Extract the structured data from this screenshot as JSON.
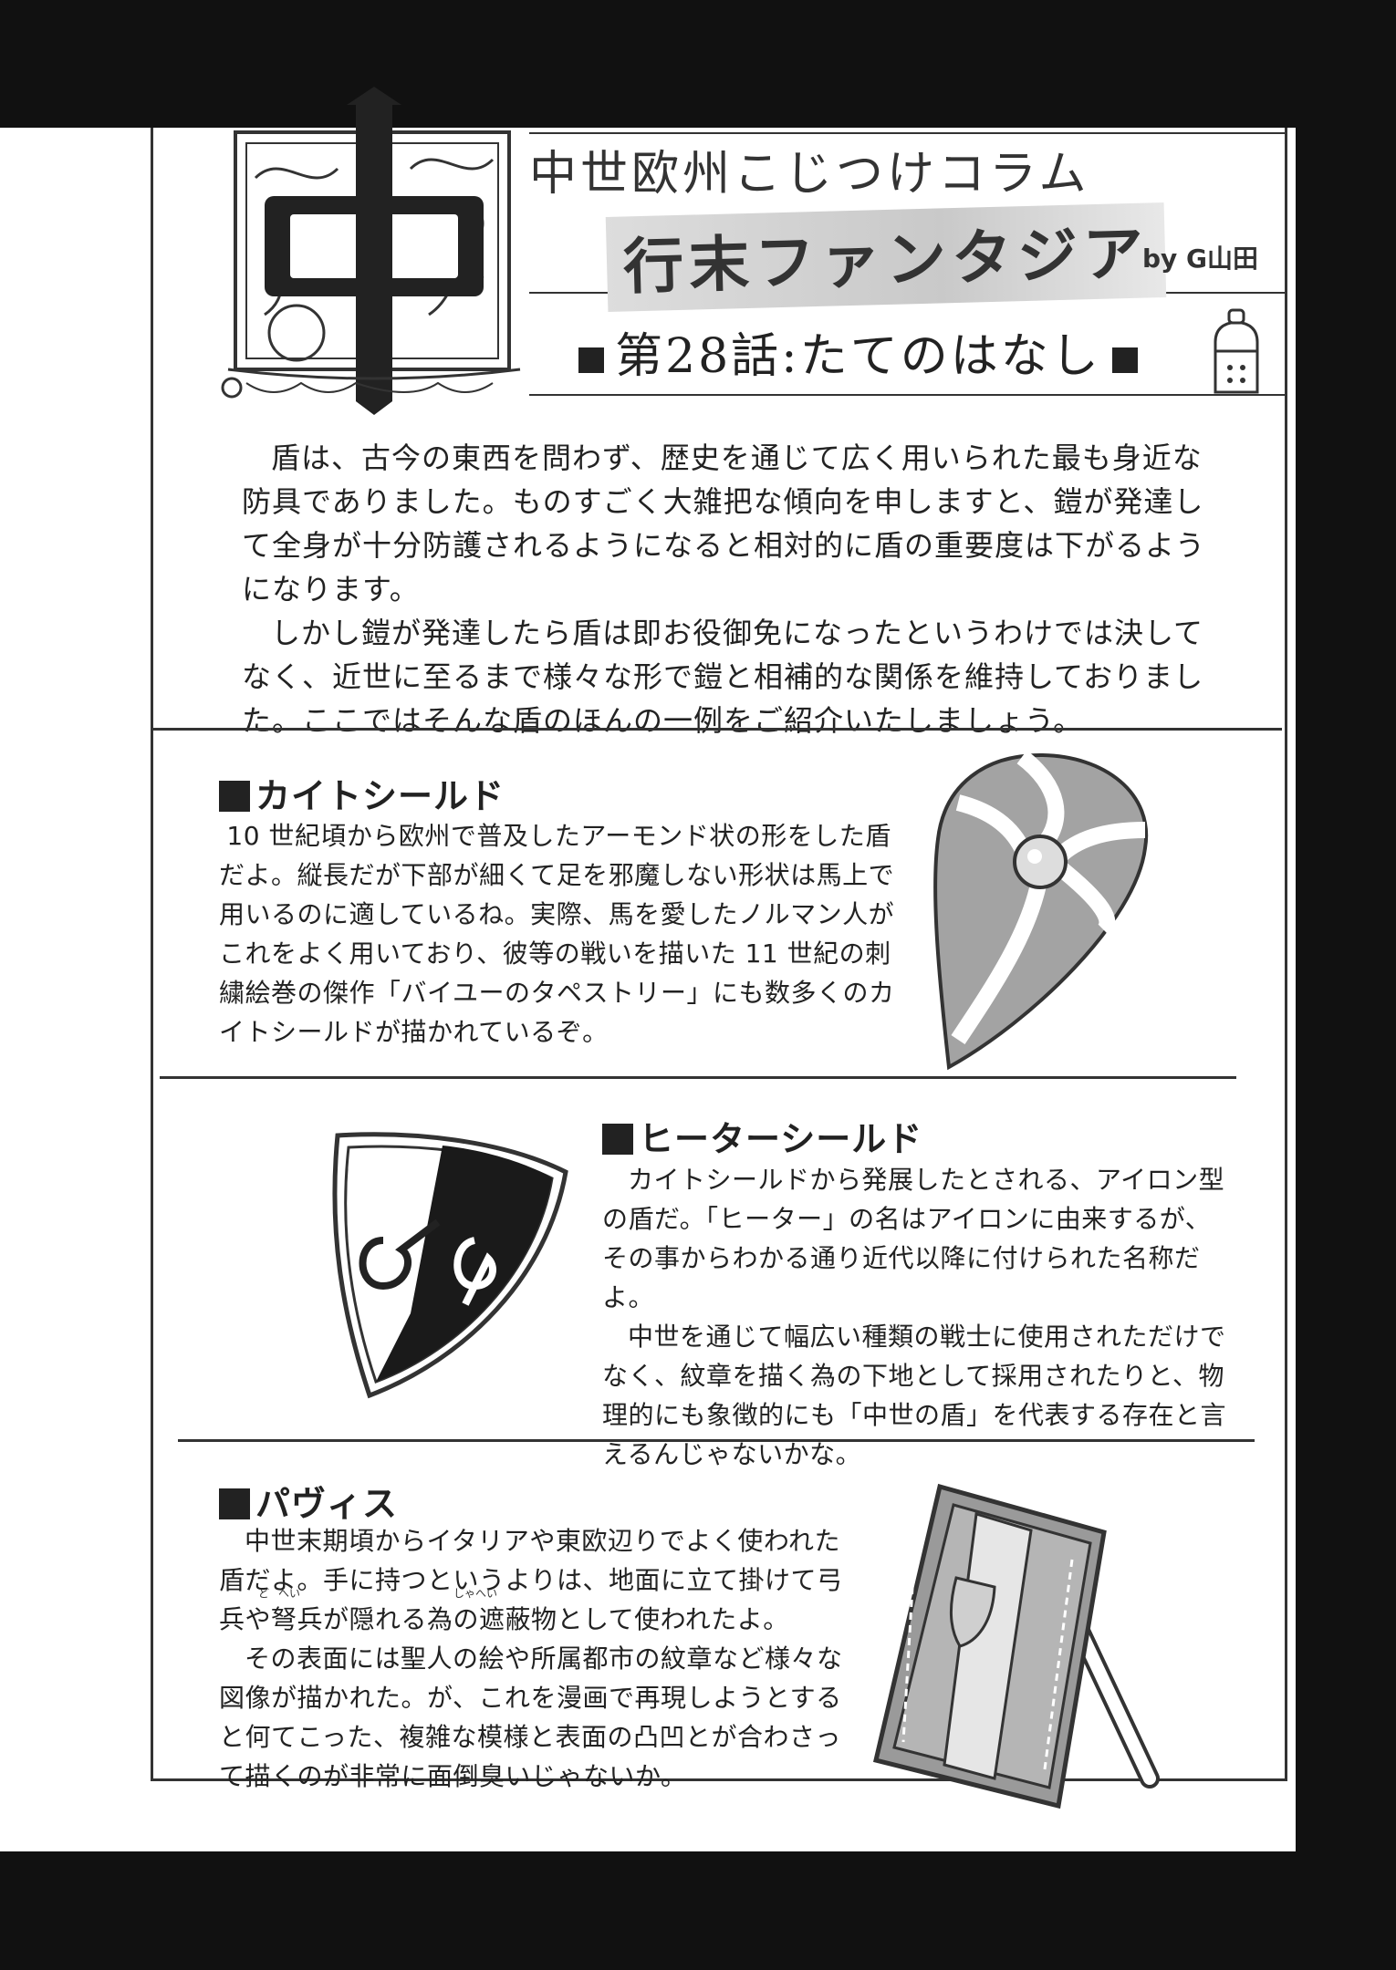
{
  "header": {
    "column_title": "中世欧州こじつけコラム",
    "series_title": "行末ファンタジア",
    "author": "by G山田",
    "episode": "第28話:たてのはなし",
    "emblem_glyph": "中"
  },
  "intro": {
    "paragraph1": "盾は、古今の東西を問わず、歴史を通じて広く用いられた最も身近な防具でありました。ものすごく大雑把な傾向を申しますと、鎧が発達して全身が十分防護されるようになると相対的に盾の重要度は下がるようになります。",
    "paragraph2": "しかし鎧が発達したら盾は即お役御免になったというわけでは決してなく、近世に至るまで様々な形で鎧と相補的な関係を維持しておりました。ここではそんな盾のほんの一例をご紹介いたしましょう。"
  },
  "sections": [
    {
      "title": "カイトシールド",
      "paragraphs": [
        "10 世紀頃から欧州で普及したアーモンド状の形をした盾だよ。縦長だが下部が細くて足を邪魔しない形状は馬上で用いるのに適しているね。実際、馬を愛したノルマン人がこれをよく用いており、彼等の戦いを描いた 11 世紀の刺繍絵巻の傑作「バイユーのタペストリー」にも数多くのカイトシールドが描かれているぞ。"
      ]
    },
    {
      "title": "ヒーターシールド",
      "paragraphs": [
        "カイトシールドから発展したとされる、アイロン型の盾だ。「ヒーター」の名はアイロンに由来するが、その事からわかる通り近代以降に付けられた名称だよ。",
        "中世を通じて幅広い種類の戦士に使用されただけでなく、紋章を描く為の下地として採用されたりと、物理的にも象徴的にも「中世の盾」を代表する存在と言えるんじゃないかな。"
      ]
    },
    {
      "title": "パヴィス",
      "paragraphs": [
        "中世末期頃からイタリアや東欧辺りでよく使われた盾だよ。手に持つというよりは、地面に立て掛けて弓兵や弩兵が隠れる為の遮蔽物として使われたよ。",
        "その表面には聖人の絵や所属都市の紋章など様々な図像が描かれた。が、これを漫画で再現しようとすると何てこった、複雑な模様と表面の凸凹とが合わさって描くのが非常に面倒臭いじゃないか。"
      ]
    }
  ],
  "ruby": {
    "do": "ど",
    "hei": "へい",
    "shahei": "しゃへい"
  },
  "colors": {
    "page": "#ffffff",
    "background": "#111111",
    "ink": "#222222",
    "shield_gray": "#9a9a9a",
    "title_band": "#cccccc"
  },
  "icons": [
    "emblem-icon",
    "salt-shaker-icon",
    "kite-shield-icon",
    "heater-shield-icon",
    "pavise-icon"
  ]
}
